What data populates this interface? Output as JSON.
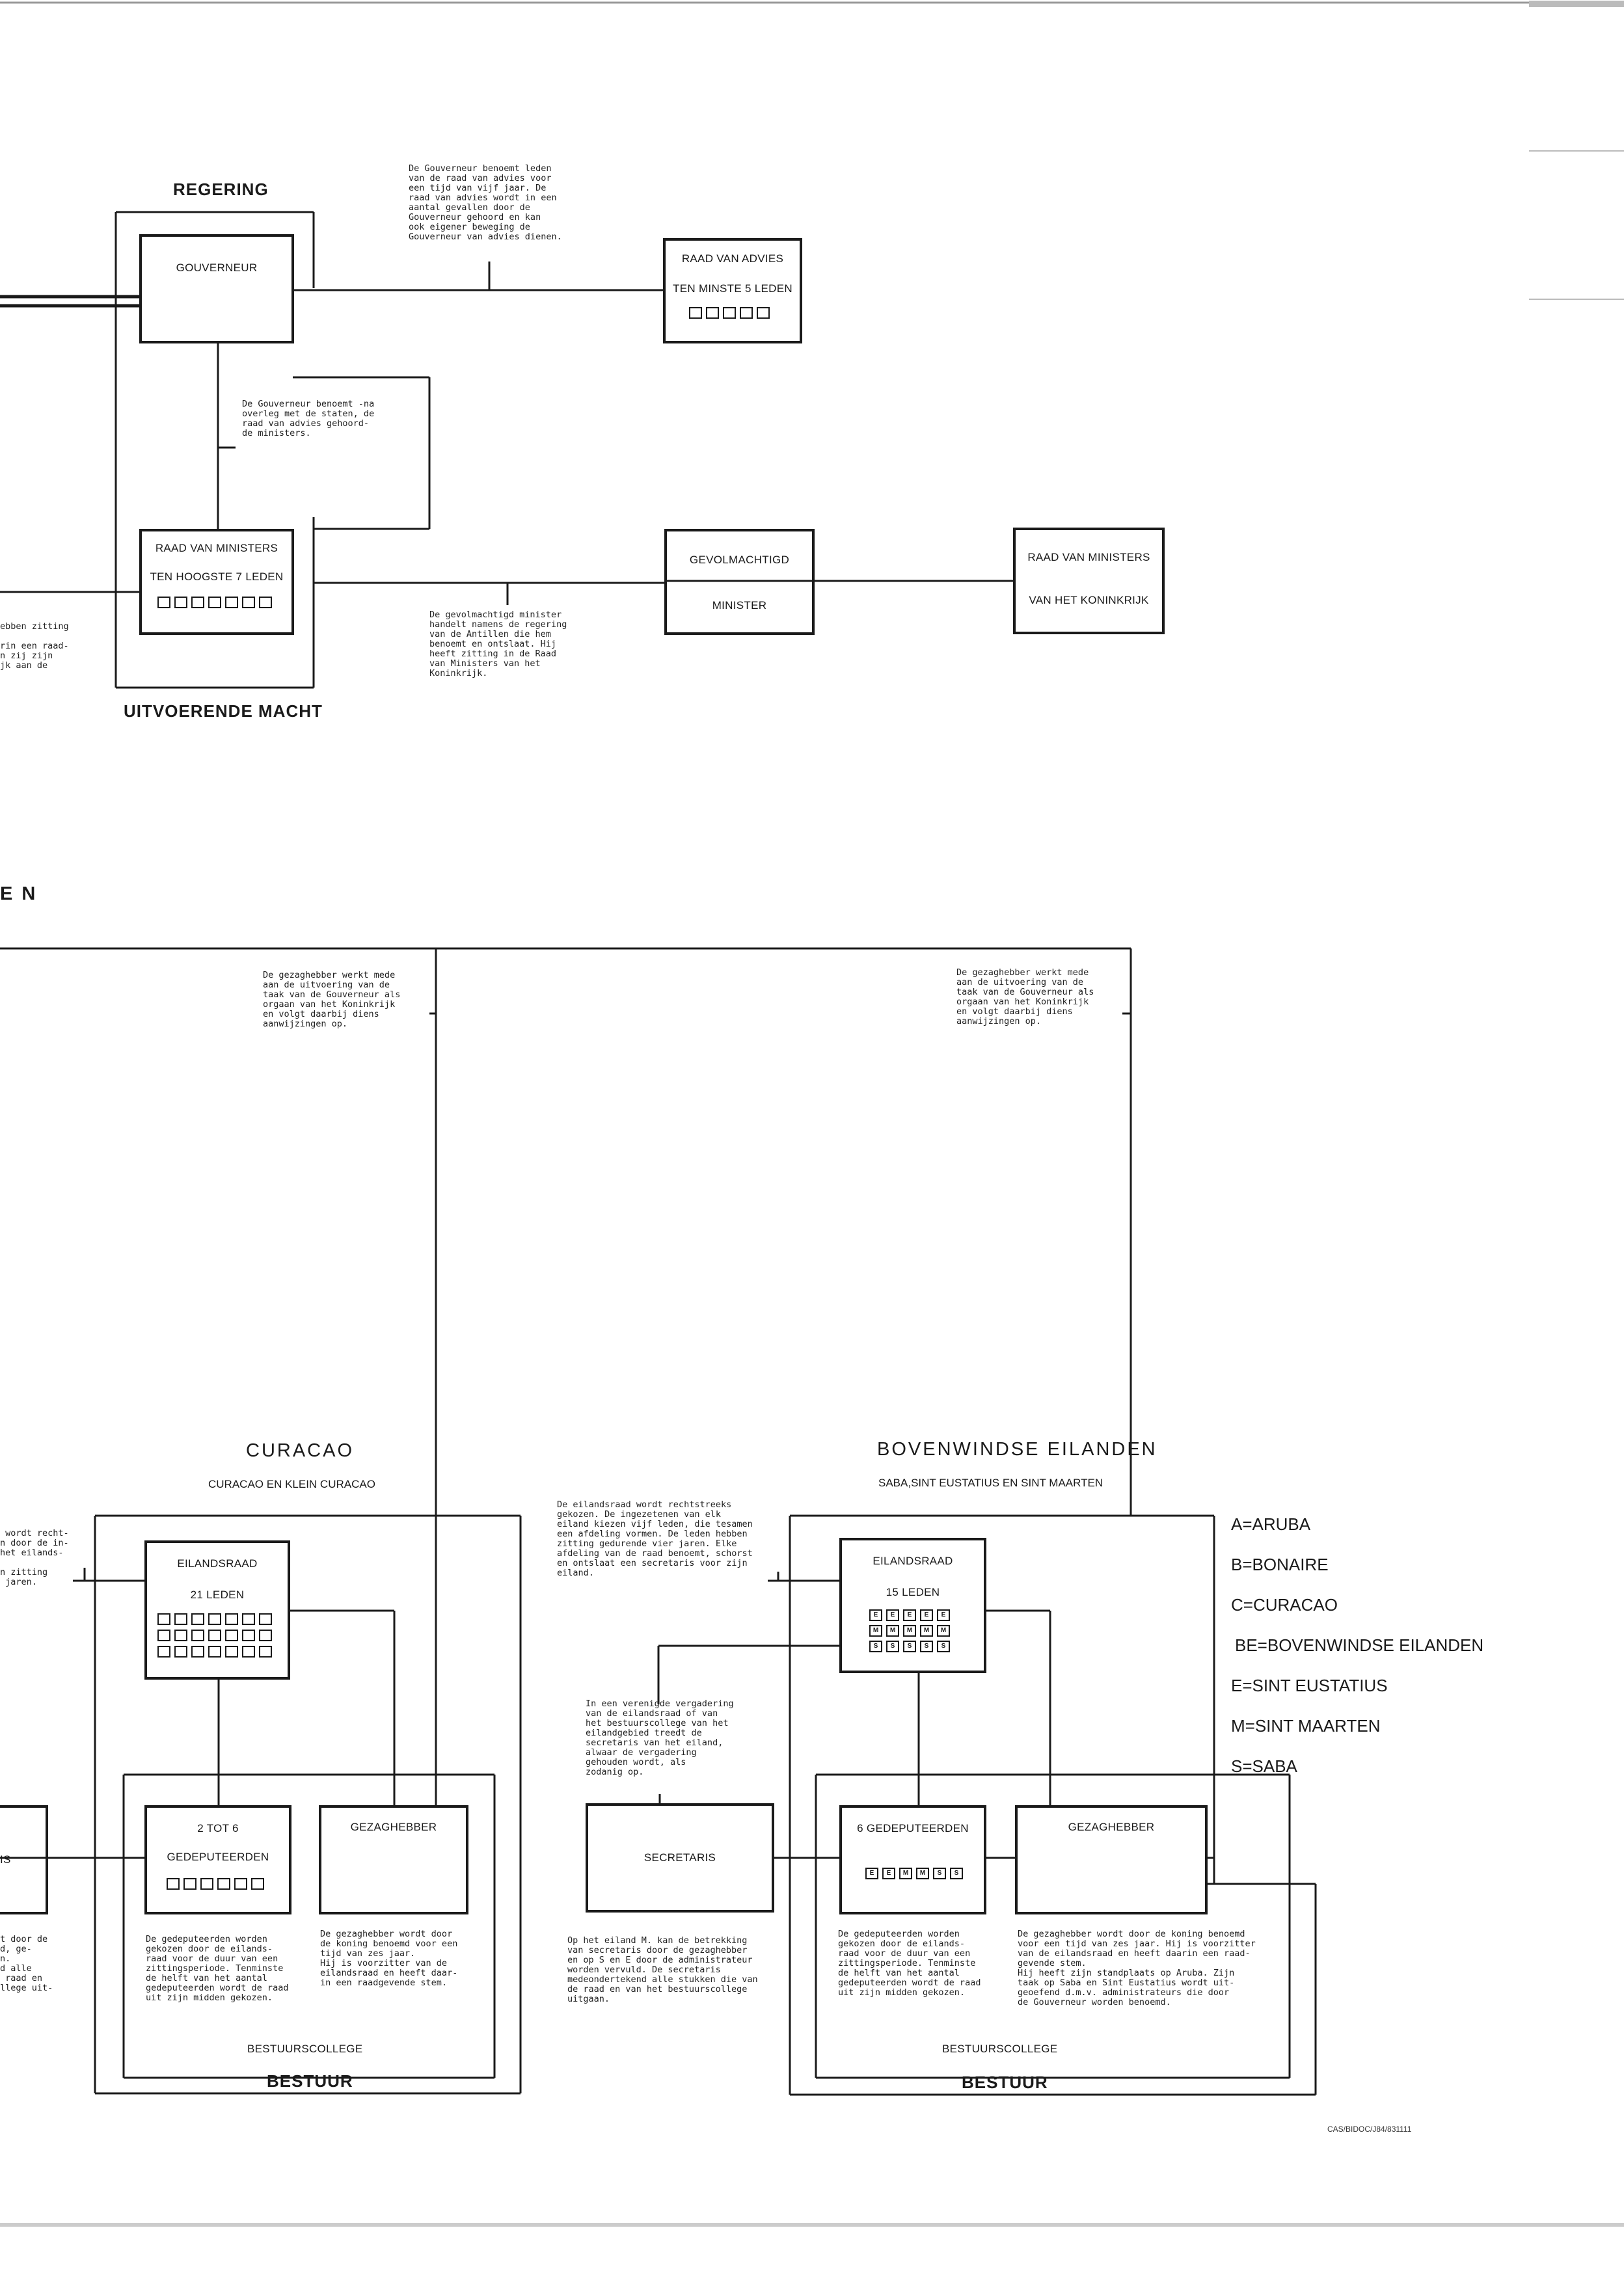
{
  "regering": {
    "title": "REGERING",
    "uitvoerende_macht": "UITVOERENDE MACHT",
    "gouverneur": "GOUVERNEUR",
    "raad_van_advies": {
      "line1": "RAAD VAN ADVIES",
      "line2": "TEN MINSTE 5 LEDEN",
      "seats": 5
    },
    "raad_van_ministers": {
      "line1": "RAAD VAN MINISTERS",
      "line2": "TEN HOOGSTE 7 LEDEN",
      "seats": 7
    },
    "gevolmachtigd": {
      "line1": "GEVOLMACHTIGD",
      "line2": "MINISTER"
    },
    "raad_koninkrijk": {
      "line1": "RAAD VAN MINISTERS",
      "line2": "VAN HET KONINKRIJK"
    },
    "note_advies": "De Gouverneur benoemt leden\nvan de raad van advies voor\neen tijd van vijf jaar. De\nraad van advies wordt in een\naantal gevallen door de\nGouverneur gehoord en kan\nook eigener beweging de\nGouverneur van advies dienen.",
    "note_ministers": "De Gouverneur benoemt -na\noverleg met de staten, de\nraad van advies gehoord-\nde ministers.",
    "note_gevolmachtigd": "De gevolmachtigd minister\nhandelt namens de regering\nvan de Antillen die hem\nbenoemt en ontslaat. Hij\nheeft zitting in de Raad\nvan Ministers van het\nKoninkrijk.",
    "note_left_cut": "ebben zitting\n\nrin een raad-\nn zij zijn\njk aan de"
  },
  "section_heading_fragment": "E N",
  "curacao": {
    "title": "CURACAO",
    "subtitle": "CURACAO EN KLEIN CURACAO",
    "eilandsraad": {
      "line1": "EILANDSRAAD",
      "line2": "21 LEDEN",
      "seats": 21
    },
    "gedeputeerden": {
      "line1": "2 TOT 6",
      "line2": "GEDEPUTEERDEN",
      "seats": 6
    },
    "gezaghebber": "GEZAGHEBBER",
    "bestuurscollege": "BESTUURSCOLLEGE",
    "bestuur": "BESTUUR",
    "note_gezaghebber_top": "De gezaghebber werkt mede\naan de uitvoering van de\ntaak van de Gouverneur als\norgaan van het Koninkrijk\nen volgt daarbij diens\naanwijzingen op.",
    "note_gedeputeerden": "De gedeputeerden worden\ngekozen door de eilands-\nraad voor de duur van een\nzittingsperiode. Tenminste\nde helft van het aantal\ngedeputeerden wordt de raad\nuit zijn midden gekozen.",
    "note_gezaghebber": "De gezaghebber wordt door\nde koning benoemd voor een\ntijd van zes jaar.\nHij is voorzitter van de\neilandsraad en heeft daar-\nin een raadgevende stem.",
    "note_left_cut_1": " wordt recht-\nn door de in-\nhet eilands-\n\nn zitting\n jaren.",
    "note_left_cut_2": "t door de\nd, ge-\nn.\nd alle\n raad en\nllege uit-",
    "left_cut_label": "IS"
  },
  "bovenwindse": {
    "title": "BOVENWINDSE EILANDEN",
    "subtitle": "SABA,SINT EUSTATIUS EN SINT MAARTEN",
    "eilandsraad": {
      "line1": "EILANDSRAAD",
      "line2": "15 LEDEN",
      "seats": [
        "E",
        "E",
        "E",
        "E",
        "E",
        "M",
        "M",
        "M",
        "M",
        "M",
        "S",
        "S",
        "S",
        "S",
        "S"
      ]
    },
    "gedeputeerden": {
      "line1": "6 GEDEPUTEERDEN",
      "seats": [
        "E",
        "E",
        "M",
        "M",
        "S",
        "S"
      ]
    },
    "gezaghebber": "GEZAGHEBBER",
    "secretaris": "SECRETARIS",
    "bestuurscollege": "BESTUURSCOLLEGE",
    "bestuur": "BESTUUR",
    "note_gezaghebber_top": "De gezaghebber werkt mede\naan de uitvoering van de\ntaak van de Gouverneur als\norgaan van het Koninkrijk\nen volgt daarbij diens\naanwijzingen op.",
    "note_eilandsraad": "De eilandsraad wordt rechtstreeks\ngekozen. De ingezetenen van elk\neiland kiezen vijf leden, die tesamen\neen afdeling vormen. De leden hebben\nzitting gedurende vier jaren. Elke\nafdeling van de raad benoemt, schorst\nen ontslaat een secretaris voor zijn\neiland.",
    "note_vergadering": "In een verenigde vergadering\nvan de eilandsraad of van\nhet bestuurscollege van het\neilandgebied treedt de\nsecretaris van het eiland,\nalwaar de vergadering\ngehouden wordt, als\nzodanig op.",
    "note_secretaris": "Op het eiland M. kan de betrekking\nvan secretaris door de gezaghebber\nen op S en E door de administrateur\nworden vervuld. De secretaris\nmedeondertekend alle stukken die van\nde raad en van het bestuurscollege\nuitgaan.",
    "note_gedeputeerden": "De gedeputeerden worden\ngekozen door de eilands-\nraad voor de duur van een\nzittingsperiode. Tenminste\nde helft van het aantal\ngedeputeerden wordt de raad\nuit zijn midden gekozen.",
    "note_gezaghebber": "De gezaghebber wordt door de koning benoemd\nvoor een tijd van zes jaar. Hij is voorzitter\nvan de eilandsraad en heeft daarin een raad-\ngevende stem.\nHij heeft zijn standplaats op Aruba. Zijn\ntaak op Saba en Sint Eustatius wordt uit-\ngeoefend d.m.v. administrateurs die door\nde Gouverneur worden benoemd."
  },
  "legend": [
    "A=ARUBA",
    "B=BONAIRE",
    "C=CURACAO",
    "BE=BOVENWINDSE EILANDEN",
    "E=SINT EUSTATIUS",
    "M=SINT MAARTEN",
    "S=SABA"
  ],
  "doc_code": "CAS/BIDOC/J84/831111"
}
